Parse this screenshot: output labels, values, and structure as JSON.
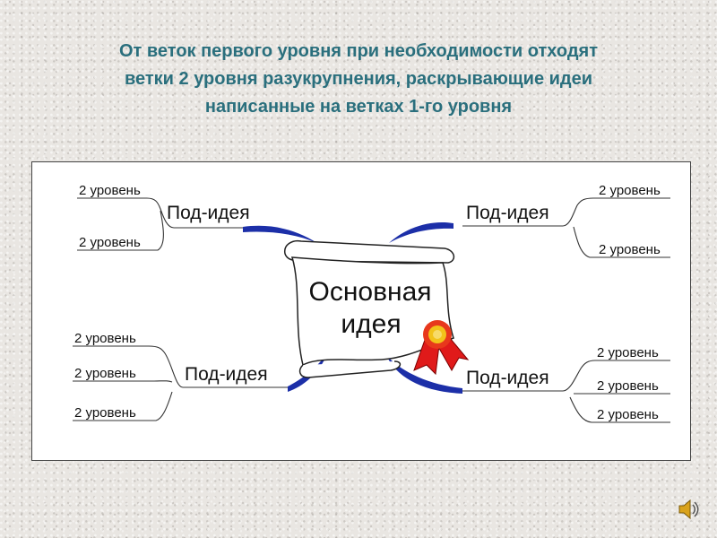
{
  "title": {
    "line1": "От веток первого уровня при необходимости отходят",
    "line2": "ветки 2 уровня разукрупнения, раскрывающие идеи",
    "line3": "написанные на ветках 1-го уровня"
  },
  "diagram": {
    "center_line1": "Основная",
    "center_line2": "идея",
    "nodes": {
      "top_left": {
        "label": "Под-идея",
        "children": [
          "2 уровень",
          "2 уровень"
        ]
      },
      "top_right": {
        "label": "Под-идея",
        "children": [
          "2 уровень",
          "2 уровень"
        ]
      },
      "bottom_left": {
        "label": "Под-идея",
        "children": [
          "2 уровень",
          "2 уровень",
          "2 уровень"
        ]
      },
      "bottom_right": {
        "label": "Под-идея",
        "children": [
          "2 уровень",
          "2 уровень",
          "2 уровень"
        ]
      }
    }
  },
  "icons": {
    "speaker": "speaker-icon",
    "ribbon": "ribbon-seal-icon",
    "scroll": "scroll-icon"
  },
  "colors": {
    "title": "#2a6f7d",
    "branch_blue": "#1c2fa8",
    "seal_red": "#e01a1a",
    "seal_gold": "#f2c21a"
  }
}
